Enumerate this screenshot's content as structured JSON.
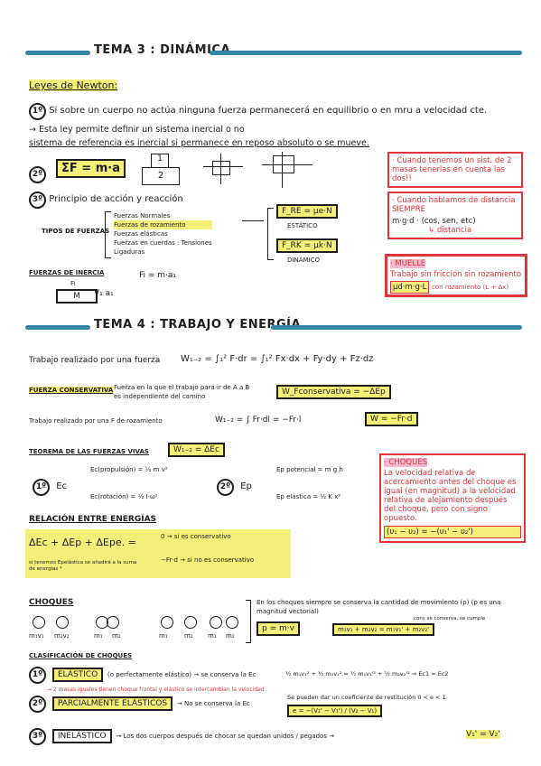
{
  "tema3": {
    "title": "TEMA 3 : DINÁMICA",
    "leyes_title": "Leyes de Newton:",
    "ley1_num": "1º",
    "ley1_text": "Si sobre un cuerpo no actúa ninguna fuerza permanecerá en equilibrio o en mru a velocidad cte.",
    "ley1_note": "→ Esta ley permite definir un sistema inercial o no",
    "ley1_def": "sistema de referencia es inercial si permanece en reposo absoluto o se mueve.",
    "ley2_num": "2º",
    "ley2_formula": "ΣF = m·a",
    "ley3_num": "3º",
    "ley3_text": "Principio de acción y reacción",
    "tipos_label": "TIPOS DE FUERZAS",
    "tipos": [
      "Fuerzas Normales",
      "Fuerzas de rozamiento",
      "Fuerzas elásticas",
      "Fuerzas en cuerdas : Tensiones",
      "Ligaduras"
    ],
    "roz_e": "F_RE = μe·N",
    "roz_e_label": "ESTÁTICO",
    "roz_k": "F_RK = μk·N",
    "roz_k_label": "DINÁMICO",
    "inercia_title": "FUERZAS DE INERCIA",
    "inercia_formula": "Fi = m·a₁",
    "inercia_fi": "Fi",
    "inercia_m": "M",
    "inercia_v": "V₁ a₁",
    "block_label_1": "1",
    "block_label_2": "2",
    "note1": "· Cuando tenemos un sist. de 2 masas tenerlas en cuenta las dos!!",
    "note2_title": "· Cuando hablamos de distancia SIEMPRE",
    "note2_formula": "m·g·d · (cos, sen, etc)",
    "note2_sub": "↳ distancia",
    "muelle_title": "· MUELLE",
    "muelle_text": "Trabajo sin fricción sin rozamiento",
    "muelle_formula": "μd·m·g·L",
    "muelle_note": "con rozamiento (L + Δx)"
  },
  "tema4": {
    "title": "TEMA 4 : TRABAJO Y ENERGÍA",
    "trabajo_label": "Trabajo realizado por una fuerza",
    "trabajo_formula": "W₁₋₂ = ∫₁² F·dr = ∫₁² Fx·dx + Fy·dy + Fz·dz",
    "conservativa_title": "FUERZA CONSERVATIVA",
    "conservativa_text": "Fuerza en la que el trabajo para ir de A a B es independiente del camino",
    "conservativa_formula": "W_Fconservativa = −ΔEp",
    "rozamiento_label": "Trabajo realizado por una F de rozamiento",
    "rozamiento_formula": "W₁₋₂ = ∫ Fr·dl = −Fr·l",
    "rozamiento_result": "W = −Fr·d",
    "fuerzas_vivas_title": "TEOREMA DE LAS FUERZAS VIVAS",
    "fuerzas_vivas_formula": "W₁₋₂ = ΔEc",
    "ec_num": "1º",
    "ec_label": "Ec",
    "ec1": "Ec(propulsión) = ½ m v²",
    "ec2": "Ec(rotación) = ½ I·ω²",
    "ep_num": "2º",
    "ep_label": "Ep",
    "ep1": "Ep potencial = m g h",
    "ep2": "Ep elástica = ½ K x²",
    "choques_note_title": "· CHOQUES",
    "choques_note_text": "La velocidad relativa de acercamiento antes del choque es igual (en magnitud) a la velocidad relativa de alejamiento después del choque, pero con signo opuesto.",
    "choques_note_formula": "(υ₁ − υ₂) = −(υ₁' − υ₂')",
    "relacion_title": "RELACIÓN ENTRE ENERGÍAS",
    "relacion_formula": "ΔEc + ΔEp + ΔEpe. =",
    "relacion_case1": "0 → si es conservativo",
    "relacion_case2": "−Fr·d → si no es conservativo",
    "relacion_note": "si tenemos Epelástica se añadirá a la suma de energías *",
    "choques_title": "CHOQUES",
    "choques_text": "En los choques siempre se conserva la cantidad de movimiento (p) (p es una magnitud vectorial)",
    "choques_cons": "cons se conserva, se cumple",
    "p_formula": "p = m·v",
    "choques_formula": "m₁v₁ + m₂v₂ = m₁v₁' + m₂v₂'",
    "balls_labels": [
      "m₁v₁",
      "m₂v₂",
      "m₁",
      "m₂",
      "m₁",
      "m₂",
      "m₁",
      "m₂"
    ],
    "clasificacion_title": "CLASIFICACIÓN DE CHOQUES",
    "c1_num": "1º",
    "c1_label": "ELÁSTICO",
    "c1_text": "(o perfectamente elástico) → se conserva la Ec",
    "c1_formula": "½ m₁v₁² + ½ m₂v₂² = ½ m₁v₁'² + ½ m₂v₂'² ⇒ Ec1 = Ec2",
    "c1_note": "→ 2 masas iguales tienen choque frontal y elástico se intercambian la velocidad",
    "c2_num": "2º",
    "c2_label": "PARCIALMENTE ELÁSTICOS",
    "c2_text": "→ No se conserva la Ec",
    "c2_note": "Se pueden dar un coeficiente de restitución  0 < e < 1",
    "c2_formula": "e = −(V₂' − V₁') / (V₂ − V₁)",
    "c3_num": "3º",
    "c3_label": "INELÁSTICO",
    "c3_text": "→ Los dos cuerpos después de chocar se quedan unidos / pegados →",
    "c3_formula": "V₁' = V₂'"
  }
}
